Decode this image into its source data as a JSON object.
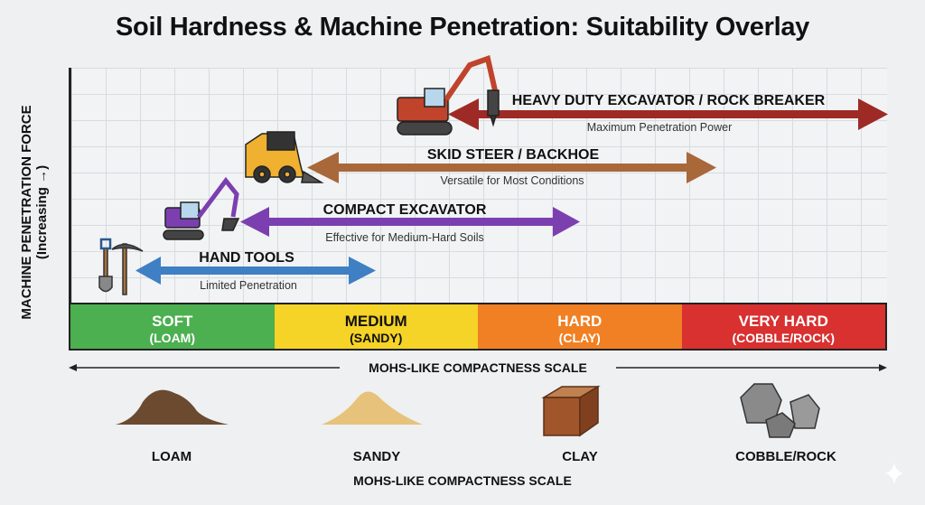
{
  "title": "Soil Hardness & Machine Penetration: Suitability Overlay",
  "y_axis": {
    "label": "MACHINE PENETRATION FORCE",
    "sublabel": "(Increasing →)"
  },
  "machines": [
    {
      "name": "HAND TOOLS",
      "description": "Limited Penetration",
      "color": "#3f7fc4",
      "icon": "shovel-pickaxe-icon"
    },
    {
      "name": "COMPACT EXCAVATOR",
      "description": "Effective for Medium-Hard Soils",
      "color": "#7b3fb0",
      "icon": "compact-excavator-icon"
    },
    {
      "name": "SKID STEER / BACKHOE",
      "description": "Versatile for Most Conditions",
      "color": "#a8683a",
      "icon": "skid-steer-icon"
    },
    {
      "name": "HEAVY DUTY EXCAVATOR / ROCK BREAKER",
      "description": "Maximum Penetration Power",
      "color": "#9e2a25",
      "icon": "excavator-rock-breaker-icon"
    }
  ],
  "bands": [
    {
      "name": "SOFT",
      "sub": "(LOAM)",
      "color": "#4caf50",
      "text": "#ffffff"
    },
    {
      "name": "MEDIUM",
      "sub": "(SANDY)",
      "color": "#f5d327",
      "text": "#111111"
    },
    {
      "name": "HARD",
      "sub": "(CLAY)",
      "color": "#f08023",
      "text": "#ffffff"
    },
    {
      "name": "VERY HARD",
      "sub": "(COBBLE/ROCK)",
      "color": "#d93030",
      "text": "#ffffff"
    }
  ],
  "scale_label": "MOHS-LIKE COMPACTNESS SCALE",
  "materials": [
    {
      "name": "LOAM",
      "icon": "loam-pile-icon"
    },
    {
      "name": "SANDY",
      "icon": "sand-pile-icon"
    },
    {
      "name": "CLAY",
      "icon": "clay-block-icon"
    },
    {
      "name": "COBBLE/ROCK",
      "icon": "rocks-icon"
    }
  ],
  "bottom_label": "MOHS-LIKE COMPACTNESS SCALE"
}
